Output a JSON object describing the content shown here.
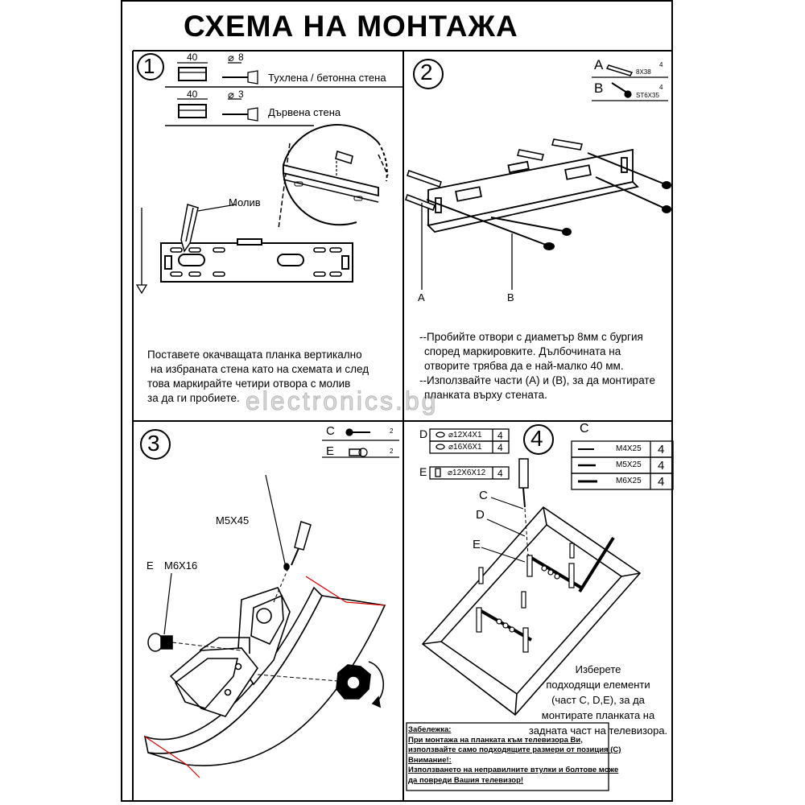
{
  "title": "СХЕМА НА МОНТАЖА",
  "watermark": "electronics.bg",
  "step1": {
    "number": "1",
    "dim_depth_1": "40",
    "dim_dia_1": "8",
    "wall_type_1": "Тухлена / бетонна стена",
    "dim_depth_2": "40",
    "dim_dia_2": "3",
    "wall_type_2": "Дървена стена",
    "pencil_label": "Молив",
    "instructions": [
      "Поставете окачващата планка вертикално",
      "на избраната стена като на схемата и след",
      "това маркирайте четири отвора с молив",
      "за да ги пробиете."
    ]
  },
  "step2": {
    "number": "2",
    "part_a_letter": "A",
    "part_a_size": "8X38",
    "part_a_qty": "4",
    "part_b_letter": "B",
    "part_b_size": "ST6X35",
    "part_b_qty": "4",
    "callout_a": "A",
    "callout_b": "B",
    "instructions": [
      "--Пробийте отвори с диаметър 8мм с бургия",
      "според маркировките. Дълбочината на",
      "отворите трябва да е най-малко 40 мм.",
      "--Използвайте части (A) и (B), за да монтирате",
      "планката върху стената."
    ]
  },
  "step3": {
    "number": "3",
    "part_c_letter": "C",
    "part_c_qty": "2",
    "part_e_letter": "E",
    "part_e_qty": "2",
    "screw_label": "M5X45",
    "bolt_letter": "E",
    "bolt_label": "M6X16"
  },
  "step4": {
    "number": "4",
    "part_d_letter": "D",
    "washers": [
      {
        "size": "12X4X1",
        "qty": "4"
      },
      {
        "size": "16X6X1",
        "qty": "4"
      }
    ],
    "part_e_letter": "E",
    "spacer": {
      "size": "12X6X12",
      "qty": "4"
    },
    "part_c_letter": "C",
    "screws": [
      {
        "size": "M4X25",
        "qty": "4"
      },
      {
        "size": "M5X25",
        "qty": "4"
      },
      {
        "size": "M6X25",
        "qty": "4"
      }
    ],
    "callout_c": "C",
    "callout_d": "D",
    "callout_e": "E",
    "instructions": [
      "Изберете",
      "подходящи елементи",
      "(част C, D,E), за да",
      "монтирате планката на",
      "задната част на телевизора."
    ],
    "note_lines": [
      "Забележка:",
      "При монтажа на планката към телевизора Ви,",
      "използвайте само подходящите размери от позиция (C)",
      "Внимание!:",
      "Използването на неправилните втулки и болтове може",
      "да повреди Вашия телевизор!"
    ]
  }
}
